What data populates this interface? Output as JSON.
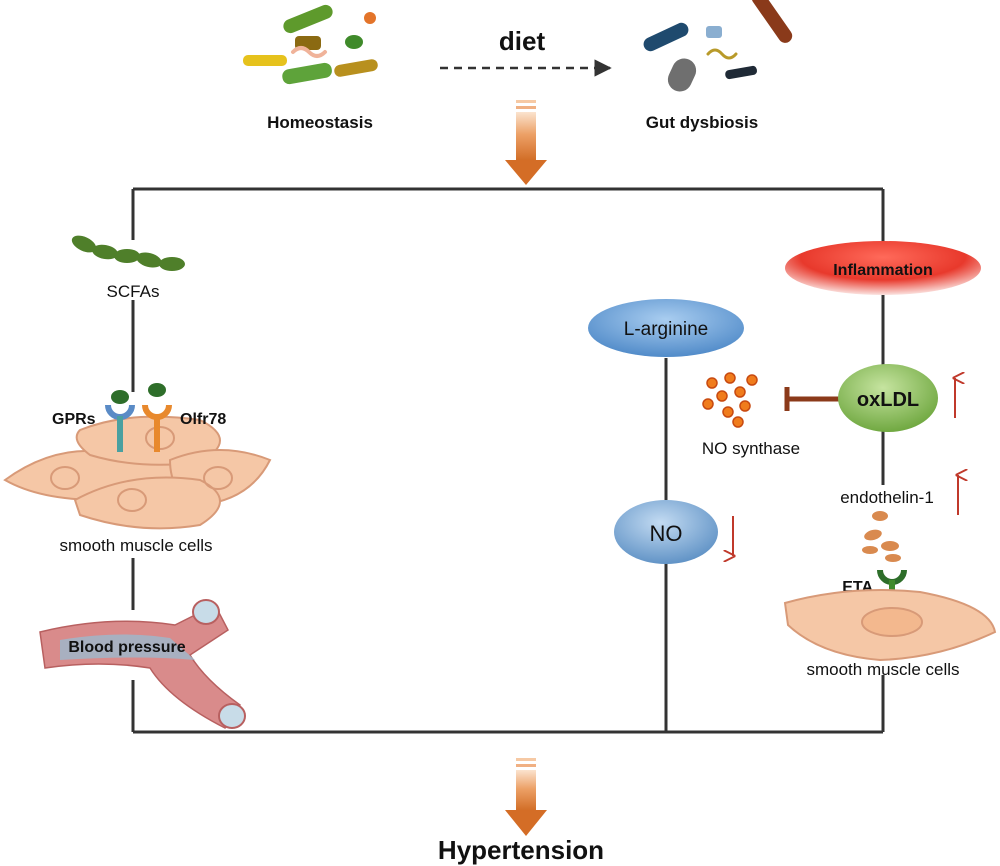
{
  "header": {
    "diet_label": "diet",
    "homeostasis_label": "Homeostasis",
    "dysbiosis_label": "Gut dysbiosis"
  },
  "left_branch": {
    "scfas_label": "SCFAs",
    "gprs_label": "GPRs",
    "olfr78_label": "Olfr78",
    "smooth_muscle_label": "smooth muscle cells",
    "blood_pressure_label": "Blood pressure"
  },
  "middle_branch": {
    "l_arginine_label": "L-arginine",
    "no_label": "NO",
    "no_synthase_label": "NO synthase"
  },
  "right_branch": {
    "inflammation_label": "Inflammation",
    "oxldl_label": "oxLDL",
    "endothelin_label": "endothelin-1",
    "eta_label": "ETA",
    "smooth_muscle_label": "smooth muscle cells"
  },
  "outcome": {
    "hypertension_label": "Hypertension"
  },
  "colors": {
    "arrow_orange": "#d9772f",
    "inhibit_brown": "#8b3a1a",
    "up_down_arrow": "#c0392b",
    "l_arginine_blue": "#4d8ccc",
    "no_blue": "#5b8fc4",
    "oxldl_green": "#7fb24a",
    "inflammation_red": "#e33b2e",
    "cell_peach": "#f3c4a2",
    "connector": "#333333"
  }
}
